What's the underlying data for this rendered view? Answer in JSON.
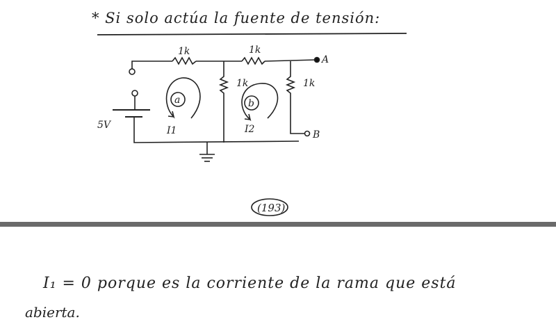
{
  "page1": {
    "heading": "* Si solo actúa la fuente de tensión:",
    "circuit": {
      "resistor_labels": [
        "1k",
        "1k",
        "1k",
        "1k"
      ],
      "source_label": "5V",
      "terminal_a": "A",
      "terminal_b": "B",
      "loop_a": "a",
      "loop_b": "b",
      "current_1": "I1",
      "current_2": "I2"
    },
    "page_number": "(193)"
  },
  "page2": {
    "line1": "I₁ = 0 porque es la corriente de la rama que está",
    "line2": "abierta."
  }
}
